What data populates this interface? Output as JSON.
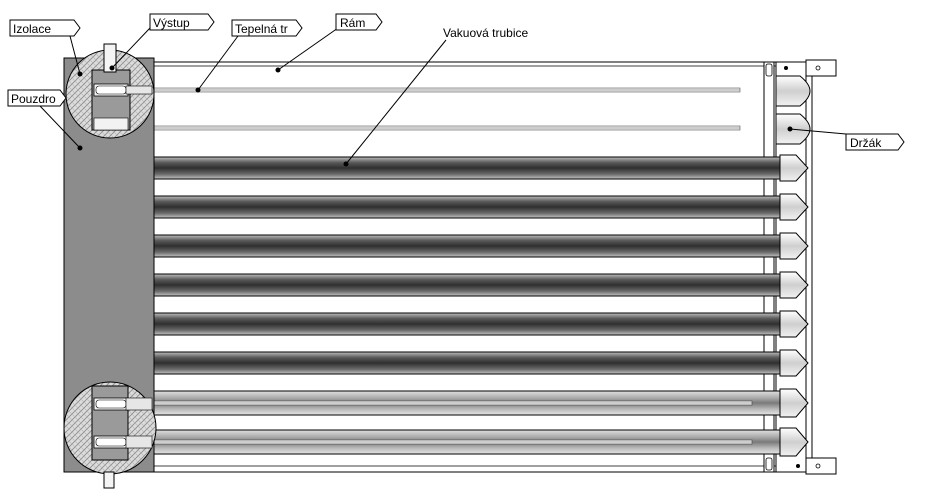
{
  "labels": {
    "izolace": "Izolace",
    "vystup": "Výstup",
    "tepelna": "Tepelná tr",
    "ram": "Rám",
    "vakuova": "Vakuová trubice",
    "pouzdro": "Pouzdro",
    "drzak": "Držák"
  },
  "components": {
    "dark_tubes": 6,
    "transparent_tubes": 2,
    "empty_heat_pipes": 2
  },
  "colors": {
    "housing": "#8c8c8c",
    "tube_dark": "#3a3a3a",
    "tube_mid": "#9a9a9a",
    "insulation": "#d4d4d4",
    "outline": "#000000"
  }
}
